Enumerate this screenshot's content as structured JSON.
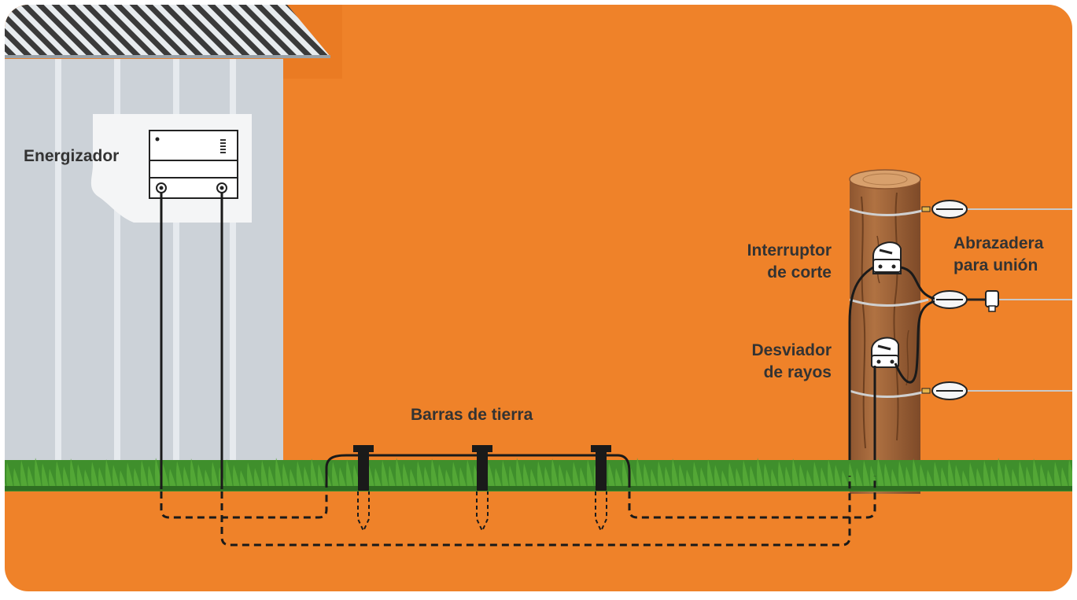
{
  "labels": {
    "energizer": "Energizador",
    "ground_rods": "Barras de tierra",
    "cutout_switch_line1": "Interruptor",
    "cutout_switch_line2": "de corte",
    "lightning_diverter_line1": "Desviador",
    "lightning_diverter_line2": "de rayos",
    "joint_clamp_line1": "Abrazadera",
    "joint_clamp_line2": "para unión"
  },
  "colors": {
    "background": "#ef8229",
    "shed_wall": "#ccd2d8",
    "grass": "#3f8f2c",
    "post": "#a8683a",
    "label_text": "#333333",
    "wire": "#1a1a1a"
  }
}
